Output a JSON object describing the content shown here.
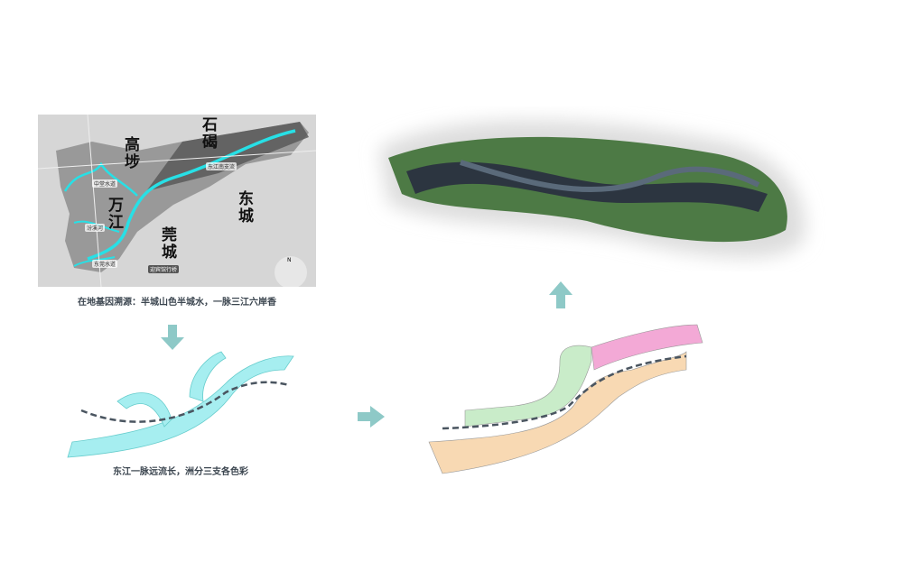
{
  "map": {
    "districts": [
      "石碣",
      "高埗",
      "万江",
      "莞城",
      "东城"
    ],
    "waterways": [
      "中堂水道",
      "汾溪河",
      "东莞水道",
      "东江南支流"
    ],
    "bridge_label": "迎宾馆行桥",
    "north": "N"
  },
  "captions": {
    "map": "在地基因溯源：半城山色半城水，一脉三江六岸香",
    "ribbons": "东江一脉远流长，洲分三支各色彩"
  },
  "colors": {
    "river": "#27e0e6",
    "ribbon": "#a6eef0",
    "arrow": "#8ec9c7",
    "green": "#c9ecc9",
    "pink": "#f3a9d6",
    "orange": "#f8d9b3"
  }
}
